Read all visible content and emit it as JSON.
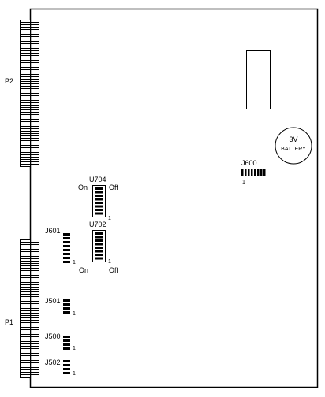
{
  "connectors": {
    "p2": "P2",
    "p1": "P1"
  },
  "battery": {
    "line1": "3V",
    "line2": "BATTERY"
  },
  "jumpers": {
    "j600": {
      "label": "J600",
      "pin1": "1"
    },
    "j601": {
      "label": "J601",
      "pin1": "1"
    },
    "j501": {
      "label": "J501",
      "pin1": "1"
    },
    "j500": {
      "label": "J500",
      "pin1": "1"
    },
    "j502": {
      "label": "J502",
      "pin1": "1"
    }
  },
  "switches": {
    "u704": {
      "label": "U704",
      "on": "On",
      "off": "Off",
      "pin1": "1"
    },
    "u702": {
      "label": "U702",
      "on": "On",
      "off": "Off",
      "pin1": "1"
    }
  }
}
